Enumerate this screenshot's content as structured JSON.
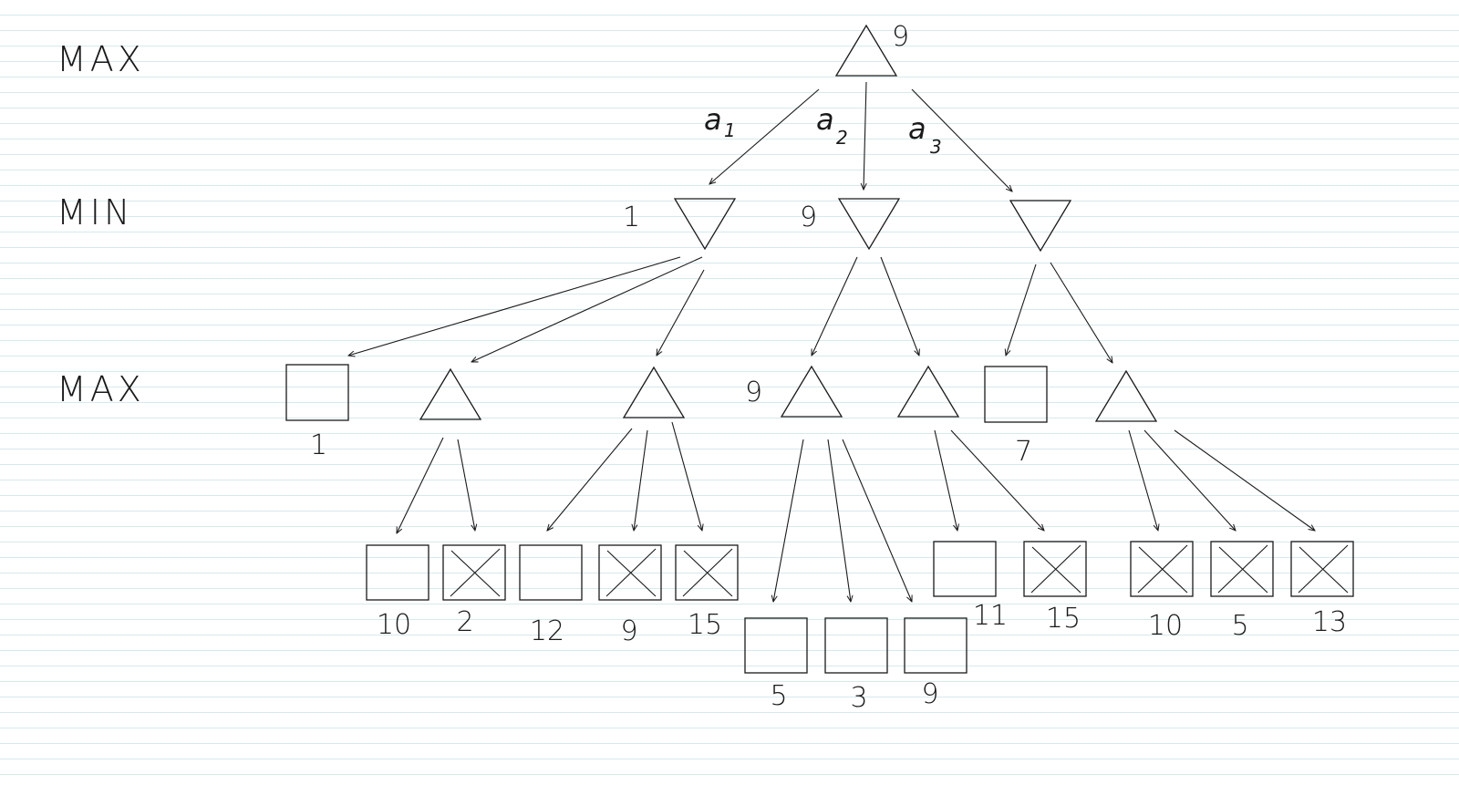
{
  "levels": {
    "top": "MAX",
    "middle": "MIN",
    "bottom": "MAX"
  },
  "actions": [
    {
      "letter": "a",
      "sub": "1"
    },
    {
      "letter": "a",
      "sub": "2"
    },
    {
      "letter": "a",
      "sub": "3"
    }
  ],
  "root": {
    "type": "max",
    "value": "9"
  },
  "min_nodes": [
    {
      "id": "m1",
      "value": "1"
    },
    {
      "id": "m2",
      "value": "9"
    },
    {
      "id": "m3",
      "value": ""
    }
  ],
  "max_level_nodes": [
    {
      "id": "n1",
      "type": "terminal",
      "value": "1"
    },
    {
      "id": "n2",
      "type": "max",
      "value": ""
    },
    {
      "id": "n3",
      "type": "max",
      "value": ""
    },
    {
      "id": "n4",
      "type": "max",
      "value": "9"
    },
    {
      "id": "n5",
      "type": "max",
      "value": ""
    },
    {
      "id": "n6",
      "type": "terminal",
      "value": "7"
    },
    {
      "id": "n7",
      "type": "max",
      "value": ""
    }
  ],
  "leaves": [
    {
      "parent": "n2",
      "value": "10",
      "pruned": false
    },
    {
      "parent": "n2",
      "value": "2",
      "pruned": true
    },
    {
      "parent": "n3",
      "value": "12",
      "pruned": false
    },
    {
      "parent": "n3",
      "value": "9",
      "pruned": true
    },
    {
      "parent": "n3",
      "value": "15",
      "pruned": true
    },
    {
      "parent": "n4",
      "value": "5",
      "pruned": false
    },
    {
      "parent": "n4",
      "value": "3",
      "pruned": false
    },
    {
      "parent": "n4",
      "value": "9",
      "pruned": false
    },
    {
      "parent": "n5",
      "value": "11",
      "pruned": false
    },
    {
      "parent": "n5",
      "value": "15",
      "pruned": true
    },
    {
      "parent": "n7",
      "value": "10",
      "pruned": true
    },
    {
      "parent": "n7",
      "value": "5",
      "pruned": true
    },
    {
      "parent": "n7",
      "value": "13",
      "pruned": true
    }
  ]
}
